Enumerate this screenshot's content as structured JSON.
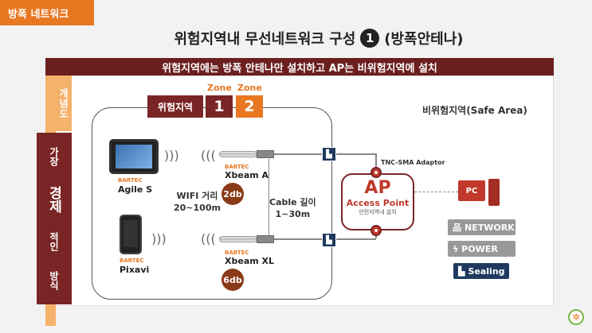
{
  "header": {
    "tag": "방폭 네트워크",
    "title": "위험지역내 무선네트워크 구성",
    "title_number": "1",
    "title_suffix": "(방폭안테나)"
  },
  "banner": "위험지역에는 방폭 안테나만 설치하고 AP는 비위험지역에 설치",
  "side": {
    "concept": "개념도",
    "label_1": "가장",
    "label_2": "경제",
    "label_3": "적인",
    "label_4": "방식"
  },
  "hazardous": {
    "label": "위험지역",
    "zone1_label": "Zone",
    "zone1_num": "1",
    "zone2_label": "Zone",
    "zone2_num": "2"
  },
  "safe_area": "비위험지역(Safe Area)",
  "devices": {
    "brand": "BARTEC",
    "tablet_name": "Agile S",
    "phone_name": "Pixavi"
  },
  "antennas": {
    "brand": "BARTEC",
    "a_name": "Xbeam A",
    "a_gain": "2db",
    "xl_name": "Xbeam XL",
    "xl_gain": "6db"
  },
  "wifi_distance": {
    "line1": "WIFI 거리",
    "line2": "20~100m"
  },
  "cable_length": {
    "line1": "Cable 길이",
    "line2": "1~30m"
  },
  "ap": {
    "big": "AP",
    "name": "Access Point",
    "sub": "안전지역내 설치",
    "adapter_label": "TNC-SMA Adaptor"
  },
  "pc_label": "PC",
  "legend": {
    "network": "NETWORK",
    "power": "POWER",
    "sealing": "Sealing"
  },
  "colors": {
    "orange": "#e87722",
    "maroon": "#7a2525",
    "red": "#c0392b",
    "navy": "#1f3a5f"
  }
}
